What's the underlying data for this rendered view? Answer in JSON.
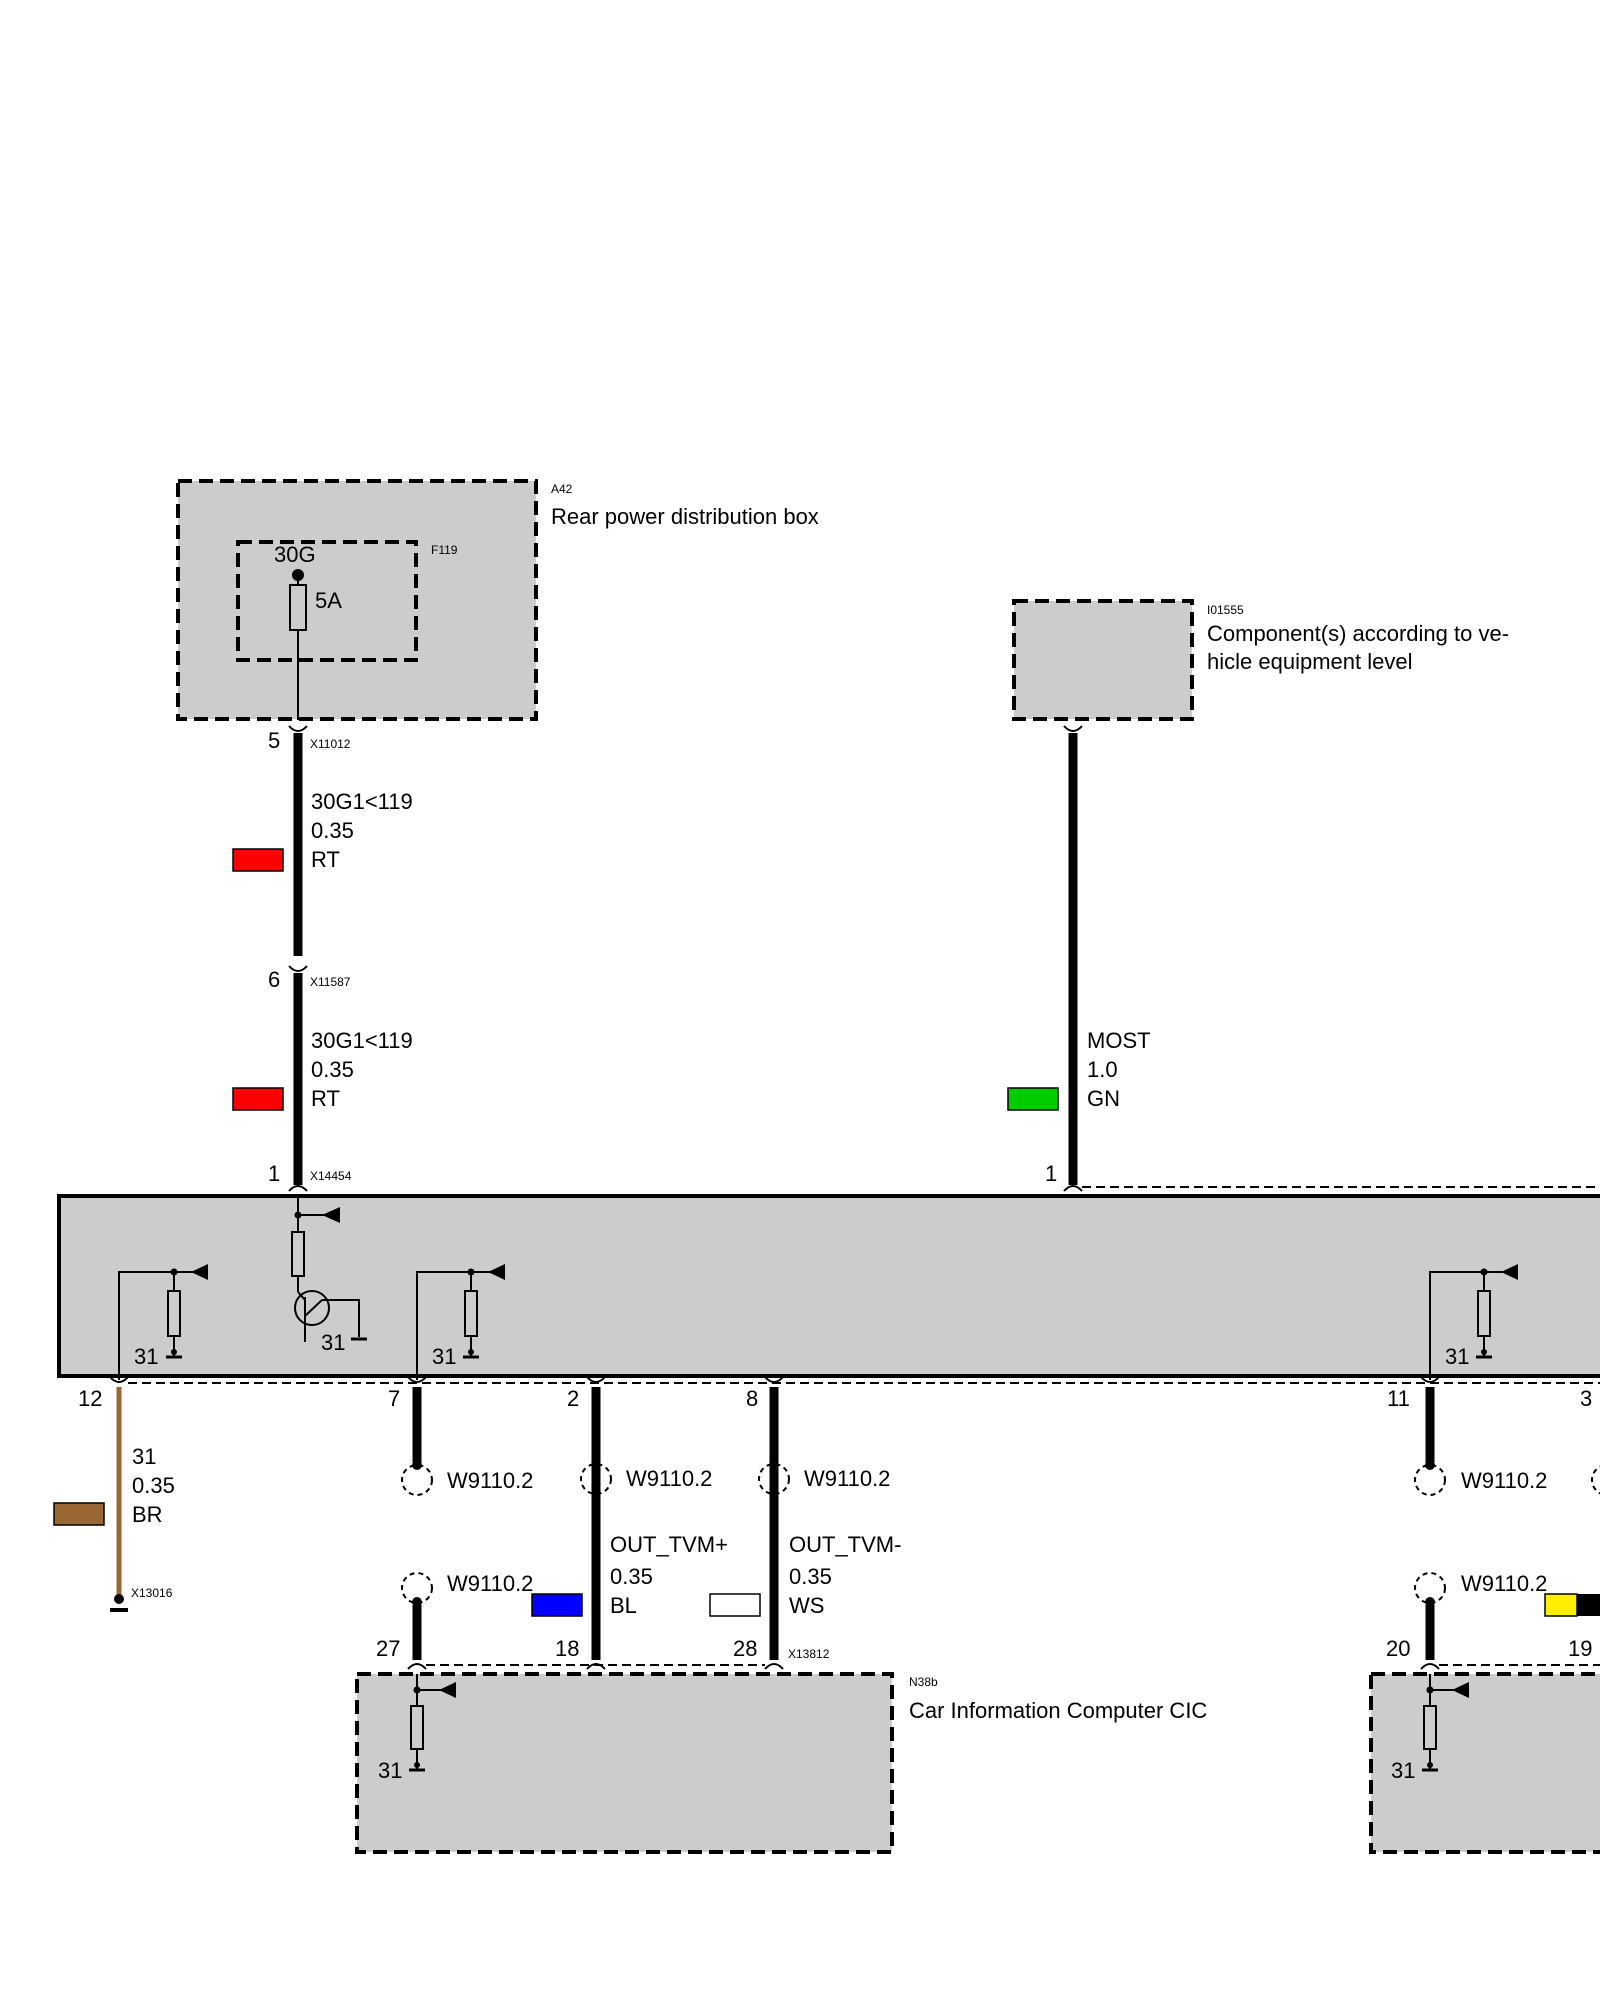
{
  "components": {
    "a42": {
      "id": "A42",
      "name": "Rear power distribution box"
    },
    "f119": {
      "id": "F119",
      "terminal": "30G",
      "rating": "5A"
    },
    "i01555": {
      "id": "I01555",
      "name_line1": "Component(s) according to ve-",
      "name_line2": "hicle equipment level"
    },
    "n38b": {
      "id": "N38b",
      "name": "Car Information Computer CIC"
    }
  },
  "connectors": {
    "x11012": "X11012",
    "x11587": "X11587",
    "x14454": "X14454",
    "x13016": "X13016",
    "x13812": "X13812"
  },
  "wires": {
    "w1": {
      "signal": "30G1<119",
      "size": "0.35",
      "color": "RT",
      "swatch": "#ff0000"
    },
    "w2": {
      "signal": "30G1<119",
      "size": "0.35",
      "color": "RT",
      "swatch": "#ff0000"
    },
    "most": {
      "signal": "MOST",
      "size": "1.0",
      "color": "GN",
      "swatch": "#00cc00"
    },
    "ground": {
      "signal": "31",
      "size": "0.35",
      "color": "BR",
      "swatch": "#9a6633"
    },
    "tvm_plus": {
      "signal": "OUT_TVM+",
      "size": "0.35",
      "color": "BL",
      "swatch": "#0000ff"
    },
    "tvm_minus": {
      "signal": "OUT_TVM-",
      "size": "0.35",
      "color": "WS",
      "swatch": "#ffffff"
    },
    "partial_swatch": {
      "primary": "#ffee00",
      "stripe": "#000000"
    }
  },
  "pins": {
    "p5": "5",
    "p6": "6",
    "p1a": "1",
    "p1b": "1",
    "p12": "12",
    "p7": "7",
    "p2": "2",
    "p8": "8",
    "p11": "11",
    "p3": "3",
    "p27": "27",
    "p18": "18",
    "p28": "28",
    "p20": "20",
    "p19": "19"
  },
  "grounds": {
    "g1": "31",
    "g2": "31",
    "g3": "31",
    "g4": "31",
    "g5": "31",
    "g6": "31"
  },
  "shields": {
    "s1": "W9110.2",
    "s2": "W9110.2",
    "s3": "W9110.2",
    "s4": "W9110.2",
    "s5": "W9110.2",
    "s6": "W9110.2"
  },
  "colors": {
    "box_fill": "#cccccc",
    "wire": "#000000",
    "brown_wire": "#9a6633"
  }
}
